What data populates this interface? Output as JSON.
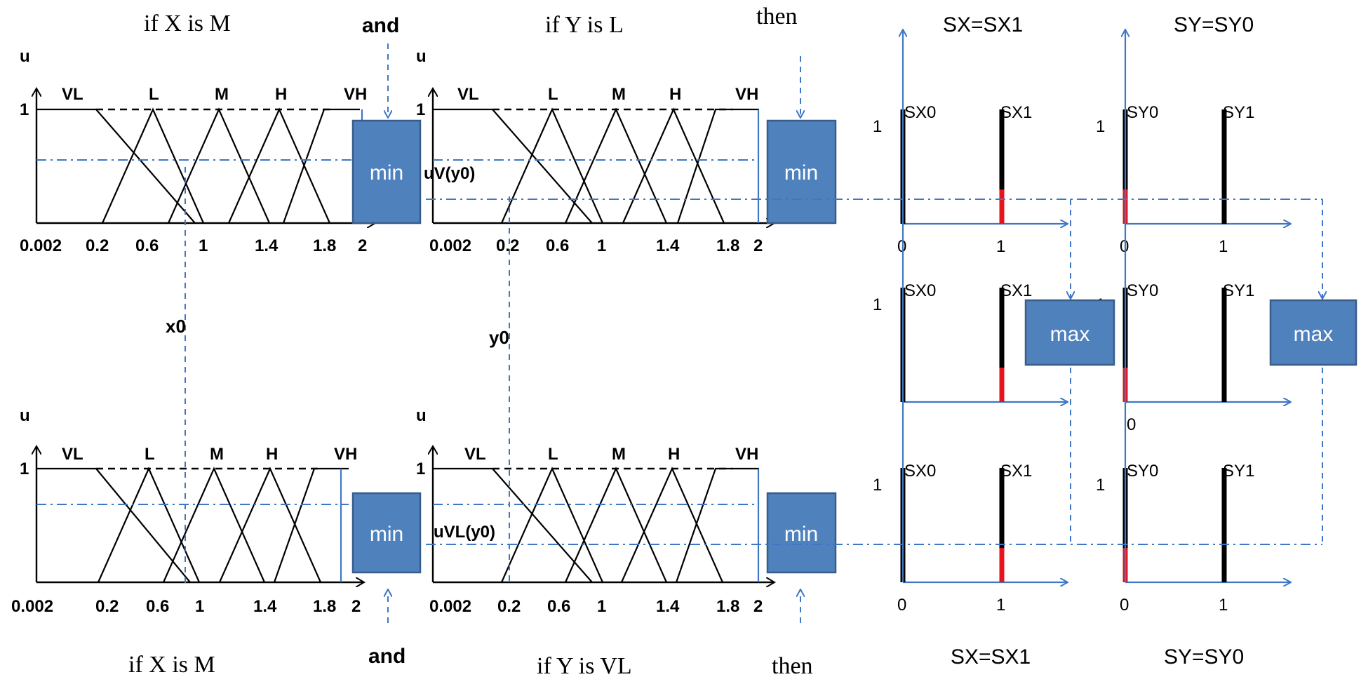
{
  "rules": [
    {
      "x_condition": "if  X is M",
      "and": "and",
      "y_condition": "if  Y is L",
      "then": "then",
      "membership_label": "uV(y0)",
      "sx_result": "SX=SX1",
      "sy_result": "SY=SY0"
    },
    {
      "x_condition": "if   X is M",
      "and": "and",
      "y_condition": "if Y is VL",
      "then": "then",
      "membership_label": "uVL(y0)",
      "sx_result": "SX=SX1",
      "sy_result": "SY=SY0"
    }
  ],
  "membership": {
    "axis_label": "u",
    "one": "1",
    "sets": [
      "VL",
      "L",
      "M",
      "H",
      "VH"
    ],
    "ticks": [
      "0.002",
      "0.2",
      "0.6",
      "1",
      "1.4",
      "1.8",
      "2"
    ]
  },
  "inputs": {
    "x": "x0",
    "y": "y0"
  },
  "operators": {
    "min": "min",
    "max": "max"
  },
  "outputs": {
    "one": "1",
    "zero": "0",
    "sx_labels": [
      "SX0",
      "SX1"
    ],
    "sy_labels": [
      "SY0",
      "SY1"
    ],
    "red_fraction": 0.3
  },
  "colors": {
    "box_fill": "#4f81bd",
    "arrow_blue": "#3f77c4",
    "active_red": "#e8141b"
  }
}
